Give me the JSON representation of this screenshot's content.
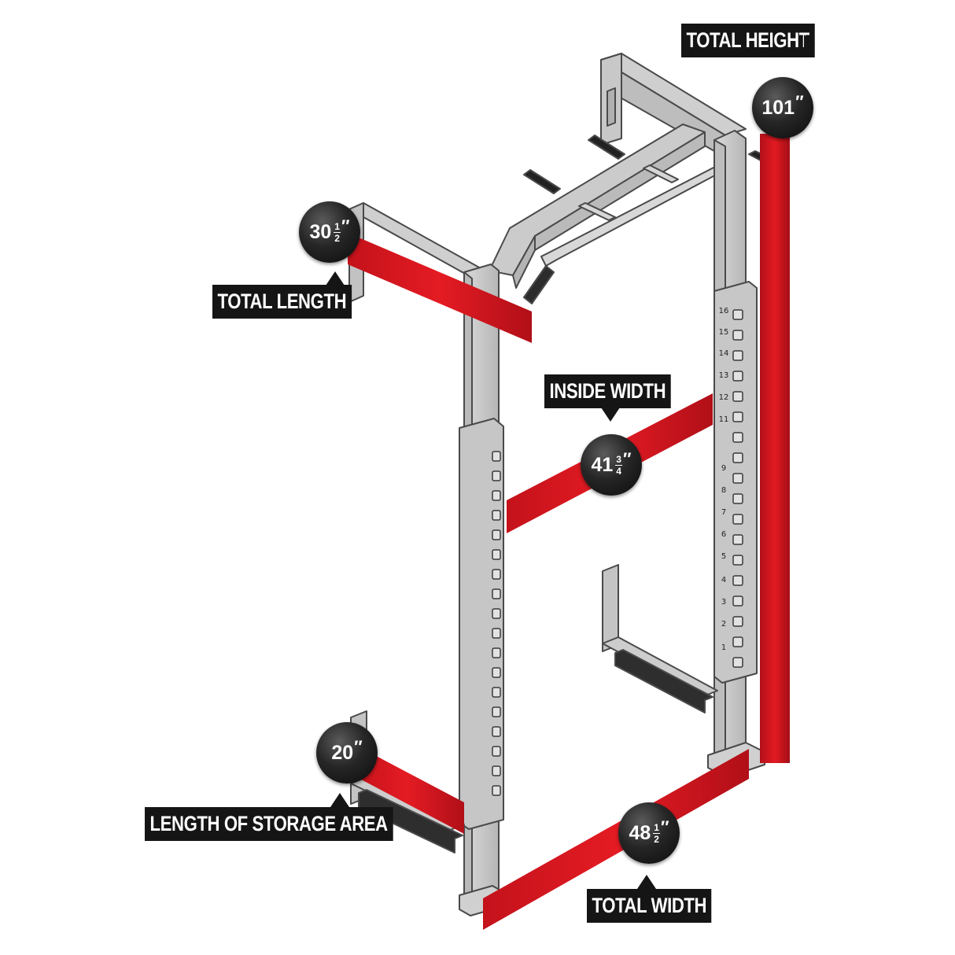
{
  "dimensions": {
    "total_height": {
      "label": "TOTAL HEIGHT",
      "whole": "101",
      "num": "",
      "den": "",
      "unit": "″"
    },
    "total_length": {
      "label": "TOTAL LENGTH",
      "whole": "30",
      "num": "1",
      "den": "2",
      "unit": "″"
    },
    "inside_width": {
      "label": "INSIDE WIDTH",
      "whole": "41",
      "num": "3",
      "den": "4",
      "unit": "″"
    },
    "storage_length": {
      "label": "LENGTH OF STORAGE AREA",
      "whole": "20",
      "num": "",
      "den": "",
      "unit": "″"
    },
    "total_width": {
      "label": "TOTAL WIDTH",
      "whole": "48",
      "num": "1",
      "den": "2",
      "unit": "″"
    }
  },
  "rack": {
    "hole_numbers": [
      "16",
      "15",
      "14",
      "13",
      "12",
      "11",
      "9",
      "8",
      "7",
      "6",
      "5",
      "4",
      "3",
      "2",
      "1"
    ]
  },
  "colors": {
    "band": "#d4141c",
    "band_dark": "#9e0e14",
    "frame": "#c4c4c4",
    "frame_edge": "#4a4a4a",
    "label_bg": "#151515"
  }
}
